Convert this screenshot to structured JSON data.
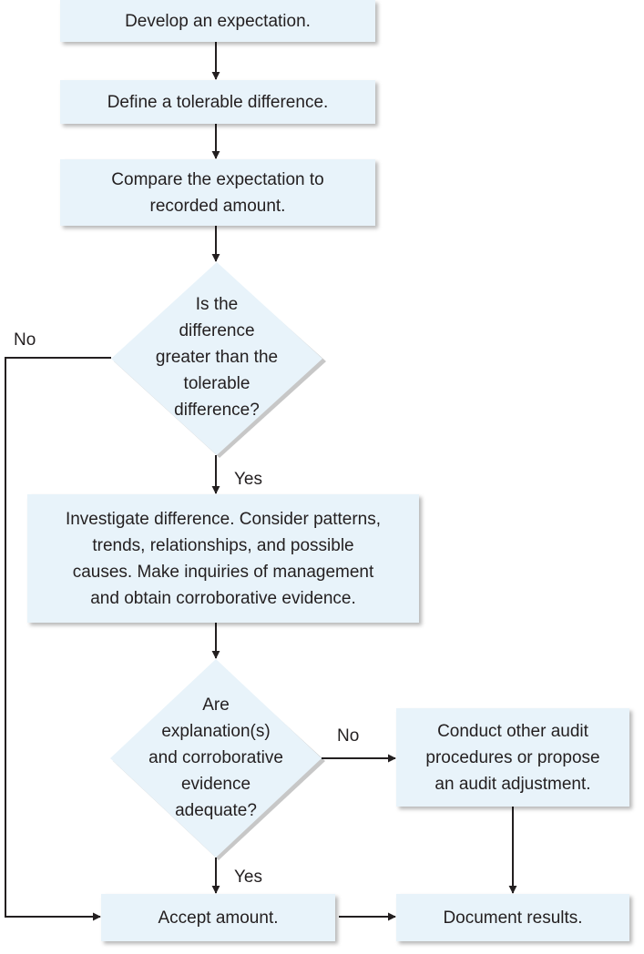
{
  "steps": {
    "develop_expectation": "Develop an expectation.",
    "define_tolerable": "Define a tolerable difference.",
    "compare_line1": "Compare the expectation to",
    "compare_line2": "recorded amount.",
    "investigate_line1": "Investigate difference. Consider patterns,",
    "investigate_line2": "trends, relationships, and possible",
    "investigate_line3": "causes. Make inquiries of management",
    "investigate_line4": "and obtain corroborative evidence.",
    "other_procedures_line1": "Conduct other audit",
    "other_procedures_line2": "procedures or propose",
    "other_procedures_line3": "an audit adjustment.",
    "accept_amount": "Accept amount.",
    "document_results": "Document results."
  },
  "decisions": {
    "difference_greater": [
      "Is the",
      "difference",
      "greater than the",
      "tolerable",
      "difference?"
    ],
    "explanations_adequate": [
      "Are",
      "explanation(s)",
      "and corroborative",
      "evidence",
      "adequate?"
    ]
  },
  "branch_labels": {
    "no_left": "No",
    "yes_first": "Yes",
    "no_right": "No",
    "yes_second": "Yes"
  },
  "colors": {
    "box_fill": "#e8f3fa",
    "line": "#231f20",
    "text": "#231f20"
  }
}
